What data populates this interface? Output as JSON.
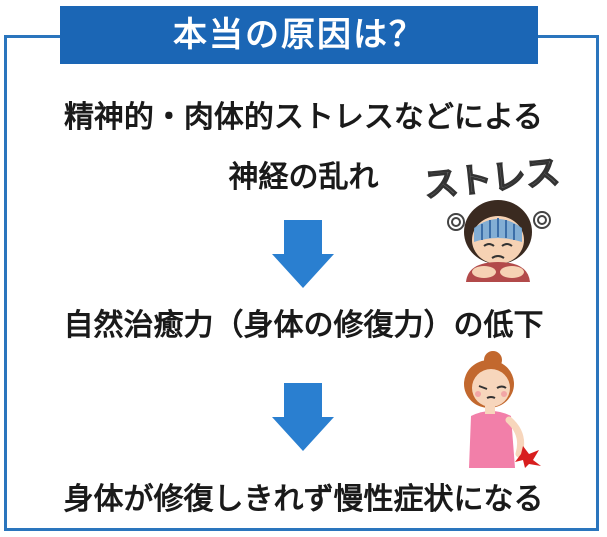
{
  "title": "本当の原因は？",
  "steps": {
    "line1": "精神的・肉体的ストレスなどによる",
    "line2": "神経の乱れ",
    "line3": "自然治癒力（身体の修復力）の低下",
    "line4": "身体が修復しきれず慢性症状になる"
  },
  "illustrations": {
    "stress_lettering": "ストレス",
    "stress_icon": "stressed-person-icon",
    "pain_icon": "back-pain-woman-icon"
  },
  "colors": {
    "frame": "#2a75bd",
    "title_bg": "#1b66b5",
    "arrow": "#2a7fd0",
    "text": "#1a1a1a"
  }
}
